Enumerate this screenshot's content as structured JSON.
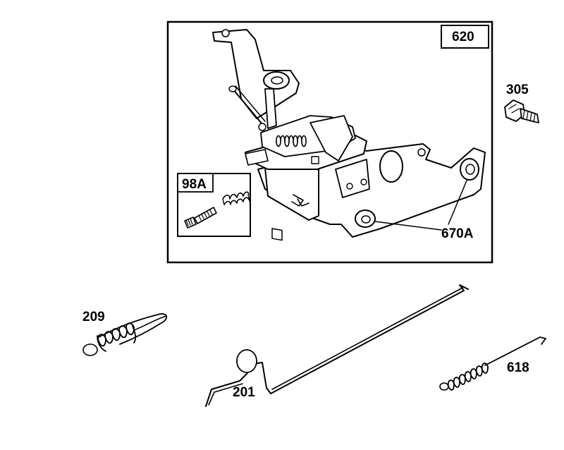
{
  "diagram": {
    "parts": [
      {
        "key": "main_assembly",
        "label": "620"
      },
      {
        "key": "bolt",
        "label": "305"
      },
      {
        "key": "screw_kit",
        "label": "98A"
      },
      {
        "key": "bushing",
        "label": "670A"
      },
      {
        "key": "governor_spring",
        "label": "209"
      },
      {
        "key": "link_rod",
        "label": "201"
      },
      {
        "key": "extension_spring",
        "label": "618"
      }
    ],
    "labels": {
      "main_assembly": "620",
      "bolt": "305",
      "screw_kit": "98A",
      "bushing": "670A",
      "governor_spring": "209",
      "link_rod": "201",
      "extension_spring": "618"
    }
  }
}
